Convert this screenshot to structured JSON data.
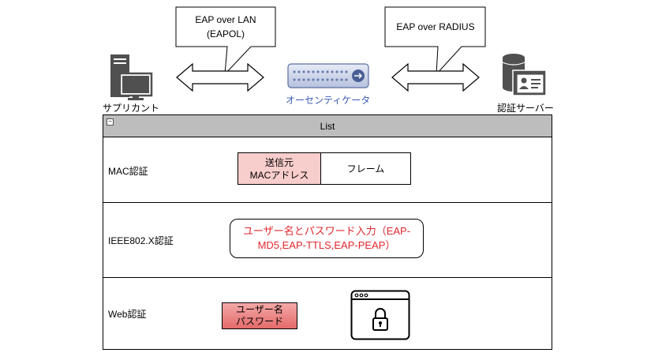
{
  "top": {
    "callout_left": "EAP over LAN\n(EAPOL)",
    "callout_right": "EAP over RADIUS",
    "supplicant_label": "サプリカント",
    "authenticator_label": "オーセンティケータ",
    "server_label": "認証サーバー"
  },
  "list": {
    "title": "List",
    "rows": [
      {
        "label": "MAC認証",
        "box1": "送信元\nMACアドレス",
        "box2": "フレーム"
      },
      {
        "label": "IEEE802.X認証",
        "box1": "ユーザー名とパスワード入力（EAP-\nMD5,EAP-TTLS,EAP-PEAP）"
      },
      {
        "label": "Web認証",
        "box1": "ユーザー名\nパスワード"
      }
    ]
  },
  "colors": {
    "header_gray": "#bdbdbd",
    "pink": "#f8cecc",
    "red_text": "#e0282e",
    "authenticator_blue": "#3b5bb5"
  }
}
